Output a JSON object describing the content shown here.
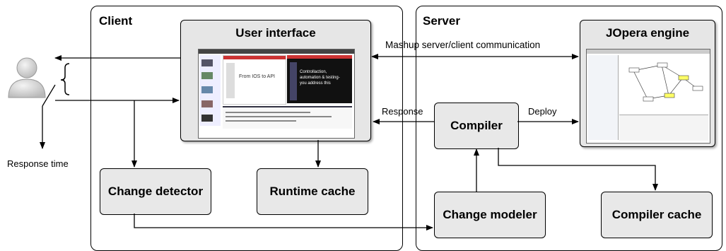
{
  "client": {
    "title": "Client"
  },
  "server": {
    "title": "Server"
  },
  "boxes": {
    "user_interface": "User interface",
    "jopera_engine": "JOpera engine",
    "compiler": "Compiler",
    "change_detector": "Change detector",
    "runtime_cache": "Runtime cache",
    "change_modeler": "Change modeler",
    "compiler_cache": "Compiler cache"
  },
  "edge_labels": {
    "mashup_comm": "Mashup server/client communication",
    "response": "Response",
    "deploy": "Deploy",
    "response_time": "Response time"
  },
  "ui_screenshot": {
    "slide_left": "From IOS to API",
    "slide_right": "Controllaction, automation & testing-you address this"
  },
  "user_icon": "user-silhouette-icon"
}
